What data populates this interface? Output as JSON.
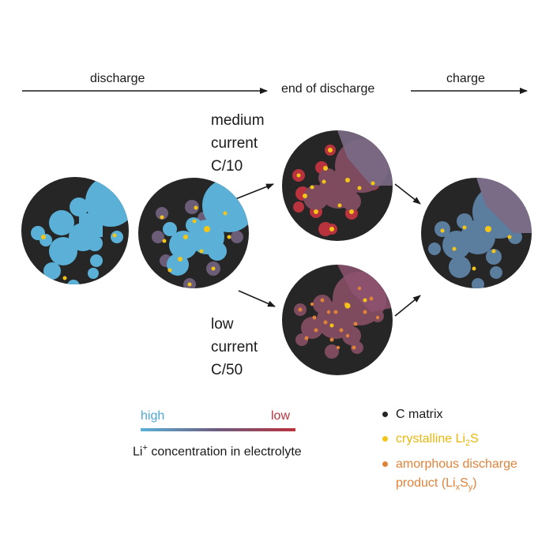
{
  "header": {
    "discharge_label": "discharge",
    "end_label": "end  of discharge",
    "charge_label": "charge"
  },
  "conditions": {
    "medium": [
      "medium",
      "current",
      "C/10"
    ],
    "low": [
      "low",
      "current",
      "C/50"
    ]
  },
  "colors": {
    "matrix": "#262626",
    "electrolyte_high": "#5ab0d6",
    "electrolyte_low": "#b8333d",
    "crystalline": "#f2c518",
    "amorphous": "#e0833a"
  },
  "concentration_legend": {
    "high_label": "high",
    "low_label": "low",
    "caption_prefix": "Li",
    "caption_sup": "+",
    "caption_suffix": " concentration in electrolyte"
  },
  "key": {
    "c_matrix": "C matrix",
    "crystalline_prefix": "crystalline Li",
    "crystalline_sub": "2",
    "crystalline_suffix": "S",
    "amorphous_line1": "amorphous discharge",
    "amorphous_line2_prefix": "product (Li",
    "amorphous_line2_sub_x": "x",
    "amorphous_line2_mid": "S",
    "amorphous_line2_sub_y": "y",
    "amorphous_line2_suffix": ")"
  }
}
